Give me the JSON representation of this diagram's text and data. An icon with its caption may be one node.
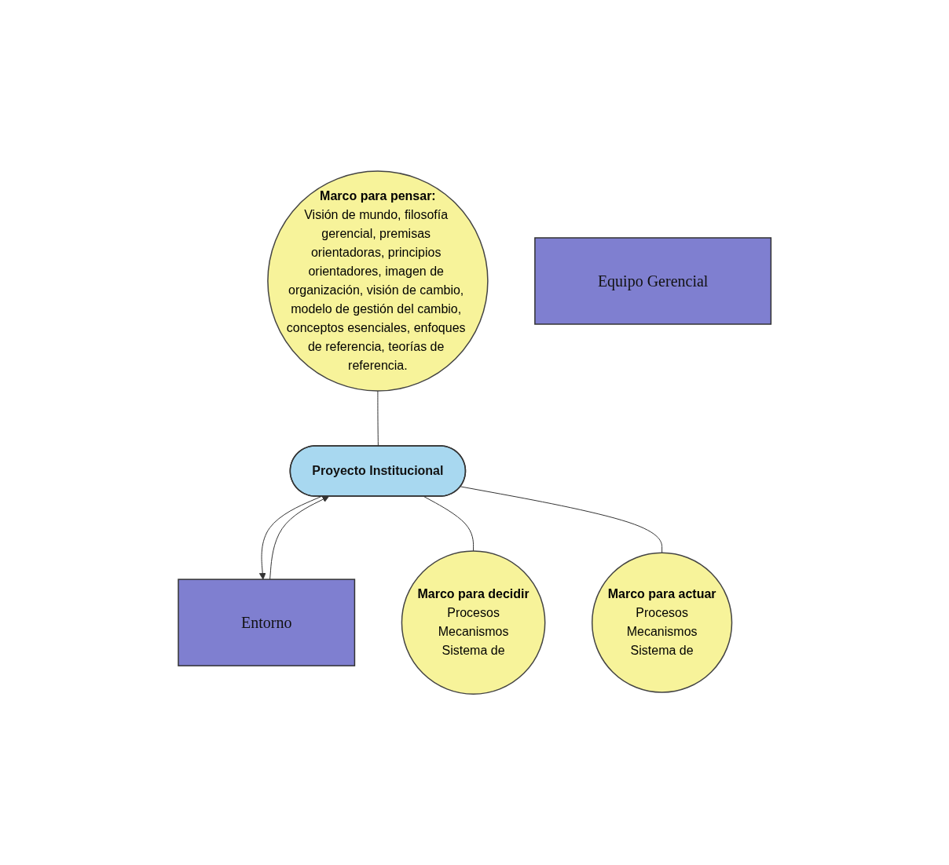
{
  "diagram": {
    "nodes": [
      {
        "text": [
          "Marco para pensar:",
          "Visión de mundo, filosofía gerencial, premisas orientadoras, principios orientadores, imagen de organización, visión de cambio, modelo de gestión del cambio, conceptos esenciales, enfoques de referencia, teorías de referencia."
        ]
      },
      {
        "text": [
          "Equipo Gerencial"
        ]
      },
      {
        "text": [
          "Entorno"
        ]
      },
      {
        "text": [
          "Proyecto Institucional"
        ]
      },
      {
        "text": [
          "Marco para decidir",
          "Procesos",
          "Mecanismos",
          "Sistema de"
        ]
      },
      {
        "text": [
          "Marco para actuar",
          "Procesos",
          "Mecanismos",
          "Sistema de"
        ]
      }
    ],
    "edges": [
      {
        "from": 0,
        "to": 3,
        "arrow": "none"
      },
      {
        "from": 3,
        "to": 2,
        "arrow": "to"
      },
      {
        "from": 2,
        "to": 3,
        "arrow": "to"
      },
      {
        "from": 3,
        "to": 4,
        "arrow": "none"
      },
      {
        "from": 3,
        "to": 5,
        "arrow": "none"
      }
    ]
  }
}
